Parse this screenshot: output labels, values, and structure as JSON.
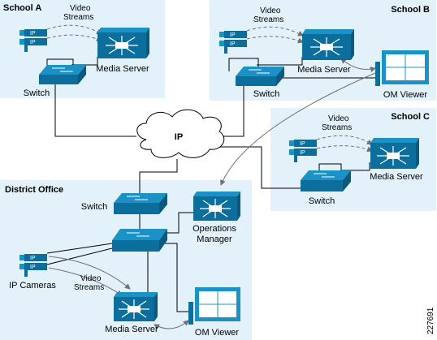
{
  "zones": {
    "school_a": "School A",
    "school_b": "School B",
    "school_c": "School C",
    "district": "District Office"
  },
  "labels": {
    "video_streams_l1": "Video",
    "video_streams_l2": "Streams",
    "media_server": "Media Server",
    "switch": "Switch",
    "om_viewer": "OM Viewer",
    "ip_cloud": "IP",
    "operations_manager_l1": "Operations",
    "operations_manager_l2": "Manager",
    "ip_cameras": "IP Cameras",
    "camera_tag": "IP",
    "figure_id": "227691"
  },
  "colors": {
    "zone_fill": "#e3f1fb",
    "device_top": "#1a92c6",
    "device_front": "#0b6e9c",
    "device_side": "#0a5a80",
    "link": "#000000",
    "stream": "#707070"
  }
}
